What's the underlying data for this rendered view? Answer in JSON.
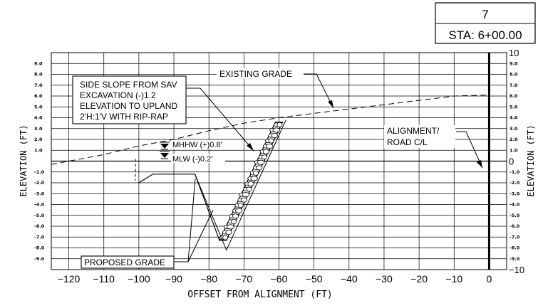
{
  "station_box": {
    "number": "7",
    "station": "STA: 6+00.00"
  },
  "axes": {
    "xlabel": "OFFSET FROM ALIGNMENT (FT)",
    "ylabel_left": "ELEVATION (FT)",
    "ylabel_right": "ELEVATION (FT)",
    "x_min": -125,
    "x_max": 5,
    "y_min": -10,
    "y_max": 10,
    "x_ticks": [
      -120,
      -110,
      -100,
      -90,
      -80,
      -70,
      -60,
      -50,
      -40,
      -30,
      -20,
      -10,
      0
    ],
    "x_tick_labels": [
      "−120",
      "−110",
      "−100",
      "−90",
      "−80",
      "−70",
      "−60",
      "−50",
      "−40",
      "−30",
      "−20",
      "−10",
      "0"
    ],
    "y_ticks": [
      -9,
      -8,
      -7,
      -6,
      -5,
      -4,
      -3,
      -2,
      -1,
      1,
      2,
      3,
      4,
      5,
      6,
      7,
      8,
      9
    ],
    "y_tick_labels": [
      "-9.0",
      "-8.0",
      "-7.0",
      "-6.0",
      "-5.0",
      "-4.0",
      "-3.0",
      "-2.0",
      "-1.0",
      "1.0",
      "2.0",
      "3.0",
      "4.0",
      "5.0",
      "6.0",
      "7.0",
      "8.0",
      "9.0"
    ],
    "right_major_labels": [
      "10",
      "0",
      "−10"
    ]
  },
  "annotations": {
    "side_slope": [
      "SIDE SLOPE FROM SAV",
      "EXCAVATION (-)1.2",
      "ELEVATION TO UPLAND",
      "2'H:1'V WITH RIP-RAP"
    ],
    "existing_grade": "EXISTING GRADE",
    "alignment": [
      "ALIGNMENT/",
      "ROAD C/L"
    ],
    "mhhw": "MHHW (+)0.8'",
    "mlw": "MLW (-)0.2'",
    "proposed_grade": "PROPOSED GRADE"
  },
  "chart_data": {
    "type": "line",
    "title": "",
    "xlabel": "OFFSET FROM ALIGNMENT (FT)",
    "ylabel": "ELEVATION (FT)",
    "xlim": [
      -125,
      5
    ],
    "ylim": [
      -10,
      10
    ],
    "series": [
      {
        "name": "EXISTING GRADE",
        "style": "dashed",
        "x": [
          -125,
          -110,
          -100,
          -90,
          -80,
          -70,
          -60,
          -50,
          -40,
          -30,
          -20,
          -10,
          0
        ],
        "y": [
          -0.3,
          0.6,
          1.4,
          2.0,
          2.8,
          3.5,
          4.0,
          4.4,
          4.8,
          5.2,
          5.6,
          6.0,
          6.1
        ]
      },
      {
        "name": "PROPOSED GRADE",
        "style": "solid",
        "x": [
          -100,
          -96,
          -84,
          -77,
          -75,
          -61,
          -60
        ],
        "y": [
          -2.0,
          -1.2,
          -1.2,
          -7.3,
          -7.3,
          3.6,
          3.6
        ]
      },
      {
        "name": "RIP-RAP",
        "style": "riprap",
        "x": [
          -77,
          -75,
          -59,
          -61
        ],
        "y": [
          -7.3,
          -7.3,
          3.6,
          3.6
        ]
      },
      {
        "name": "ALIGNMENT/ ROAD C/L",
        "style": "thick",
        "x": [
          0,
          0
        ],
        "y": [
          -10,
          10
        ]
      }
    ],
    "water_levels": [
      {
        "name": "MHHW (+)0.8'",
        "value": 0.8
      },
      {
        "name": "MLW (-)0.2'",
        "value": -0.2
      }
    ]
  }
}
